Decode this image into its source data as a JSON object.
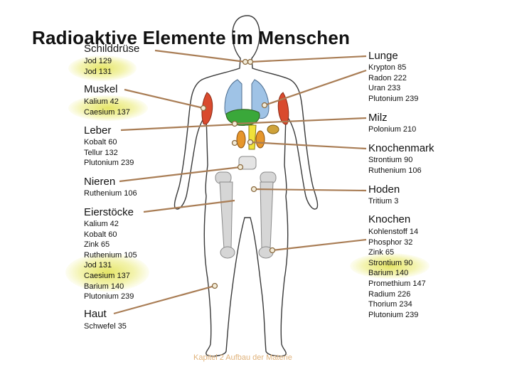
{
  "title": "Radioaktive Elemente im Menschen",
  "footer": "Kapitel 2 Aufbau der Materie",
  "colors": {
    "leader_line": "#a97d55",
    "dot_fill": "#f3ecd8",
    "highlight": "#e4e45f",
    "bone": "#cfcfcf",
    "body": "#ffffff"
  },
  "left_groups": [
    {
      "key": "schilddruese",
      "organ": "Schilddrüse",
      "isotopes": [
        "Jod 129",
        "Jod 131"
      ],
      "highlight": true
    },
    {
      "key": "muskel",
      "organ": "Muskel",
      "isotopes": [
        "Kalium 42",
        "Caesium 137"
      ],
      "highlight": true
    },
    {
      "key": "leber",
      "organ": "Leber",
      "isotopes": [
        "Kobalt 60",
        "Tellur 132",
        "Plutonium 239"
      ],
      "highlight": false
    },
    {
      "key": "nieren",
      "organ": "Nieren",
      "isotopes": [
        "Ruthenium 106"
      ],
      "highlight": false
    },
    {
      "key": "eierstoecke",
      "organ": "Eierstöcke",
      "isotopes": [
        "Kalium 42",
        "Kobalt 60",
        "Zink 65",
        "Ruthenium 105",
        "Jod 131",
        "Caesium 137",
        "Barium 140",
        "Plutonium 239"
      ],
      "highlight": true
    },
    {
      "key": "haut",
      "organ": "Haut",
      "isotopes": [
        "Schwefel 35"
      ],
      "highlight": false
    }
  ],
  "right_groups": [
    {
      "key": "lunge",
      "organ": "Lunge",
      "isotopes": [
        "Krypton 85",
        "Radon 222",
        "Uran 233",
        "Plutonium 239"
      ],
      "highlight": false
    },
    {
      "key": "milz",
      "organ": "Milz",
      "isotopes": [
        "Polonium 210"
      ],
      "highlight": false
    },
    {
      "key": "knochenmark",
      "organ": "Knochenmark",
      "isotopes": [
        "Strontium 90",
        "Ruthenium 106"
      ],
      "highlight": false
    },
    {
      "key": "hoden",
      "organ": "Hoden",
      "isotopes": [
        "Tritium 3"
      ],
      "highlight": false
    },
    {
      "key": "knochen",
      "organ": "Knochen",
      "isotopes": [
        "Kohlenstoff 14",
        "Phosphor 32",
        "Zink 65",
        "Strontium 90",
        "Barium 140",
        "Promethium 147",
        "Radium 226",
        "Thorium 234",
        "Plutonium 239"
      ],
      "highlight": true
    }
  ]
}
